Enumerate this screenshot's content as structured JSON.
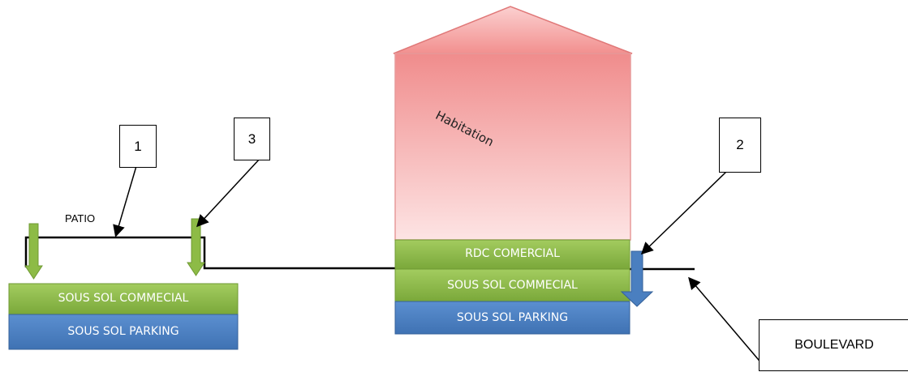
{
  "labels": {
    "habitation": "Habitation",
    "patio": "PATIO",
    "boulevard": "BOULEVARD",
    "rdc_commercial": "RDC COMERCIAL",
    "sous_sol_commercial_left": "SOUS SOL COMMECIAL",
    "sous_sol_parking_left": "SOUS SOL PARKING",
    "sous_sol_commercial_right": "SOUS SOL COMMECIAL",
    "sous_sol_parking_right": "SOUS SOL PARKING"
  },
  "callouts": {
    "one": "1",
    "two": "2",
    "three": "3"
  },
  "colors": {
    "roof": "#f5a3a3",
    "roof_stroke": "#e07878",
    "commercial_green": "#8dbb46",
    "parking_blue": "#4a7fc0",
    "green_arrow": "#8dbb46",
    "blue_arrow": "#4a7fc0"
  }
}
